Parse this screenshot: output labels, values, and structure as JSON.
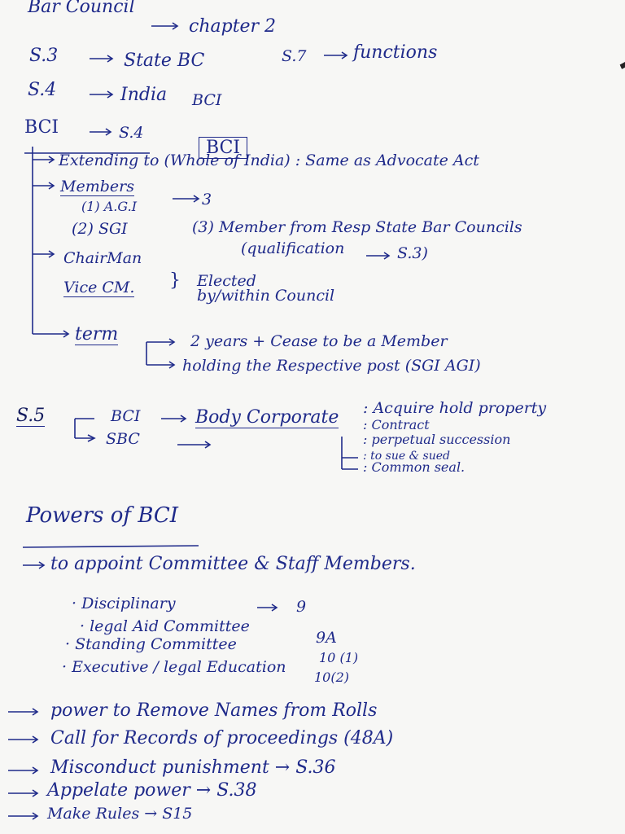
{
  "header": {
    "line1_left": "Bar Council",
    "line1_right": "chapter 2",
    "s3": "S.3",
    "s3_right": "State BC",
    "s7": "S.7",
    "s7_right": "functions",
    "s4": "S.4",
    "s4_right": "India",
    "s4_abbr": "BCI"
  },
  "bci": {
    "heading": "BCI",
    "heading_ref": "S.4",
    "box": "BCI",
    "extending": "Extending to (Whole of India) : Same as Advocate Act",
    "members": "Members",
    "members_count": "3",
    "m1": "(1) A.G.I",
    "m2": "(2) SGI",
    "m3": "(3) Member from Resp State Bar Councils",
    "qualification": "(qualification",
    "qualification_ref": "S.3)",
    "chairman": "ChairMan",
    "vice": "Vice CM.",
    "elected1": "Elected",
    "elected2": "by/within Council",
    "term": "term",
    "term1": "2 years + Cease to be a Member",
    "term2": "holding the Respective post (SGI AGI)"
  },
  "s5": {
    "label": "S.5",
    "bci": "BCI",
    "sbc": "SBC",
    "body": "Body Corporate",
    "items": [
      ": Acquire hold property",
      ": Contract",
      ": perpetual succession",
      ": to sue & sued",
      ": Common seal."
    ]
  },
  "powers": {
    "title": "Powers of BCI",
    "appoint": "to appoint Committee & Staff Members.",
    "committees": [
      {
        "name": "Disciplinary",
        "ref": "9"
      },
      {
        "name": "legal Aid Committee",
        "ref": "9A"
      },
      {
        "name": "Standing Committee",
        "ref": "10 (1)"
      },
      {
        "name": "Executive / legal Education",
        "ref": "10(2)"
      }
    ],
    "list": [
      "power to Remove Names from Rolls",
      "Call for Records of proceedings (48A)",
      "Misconduct punishment → S.36",
      "Appelate power → S.38",
      "Make Rules → S15"
    ]
  }
}
